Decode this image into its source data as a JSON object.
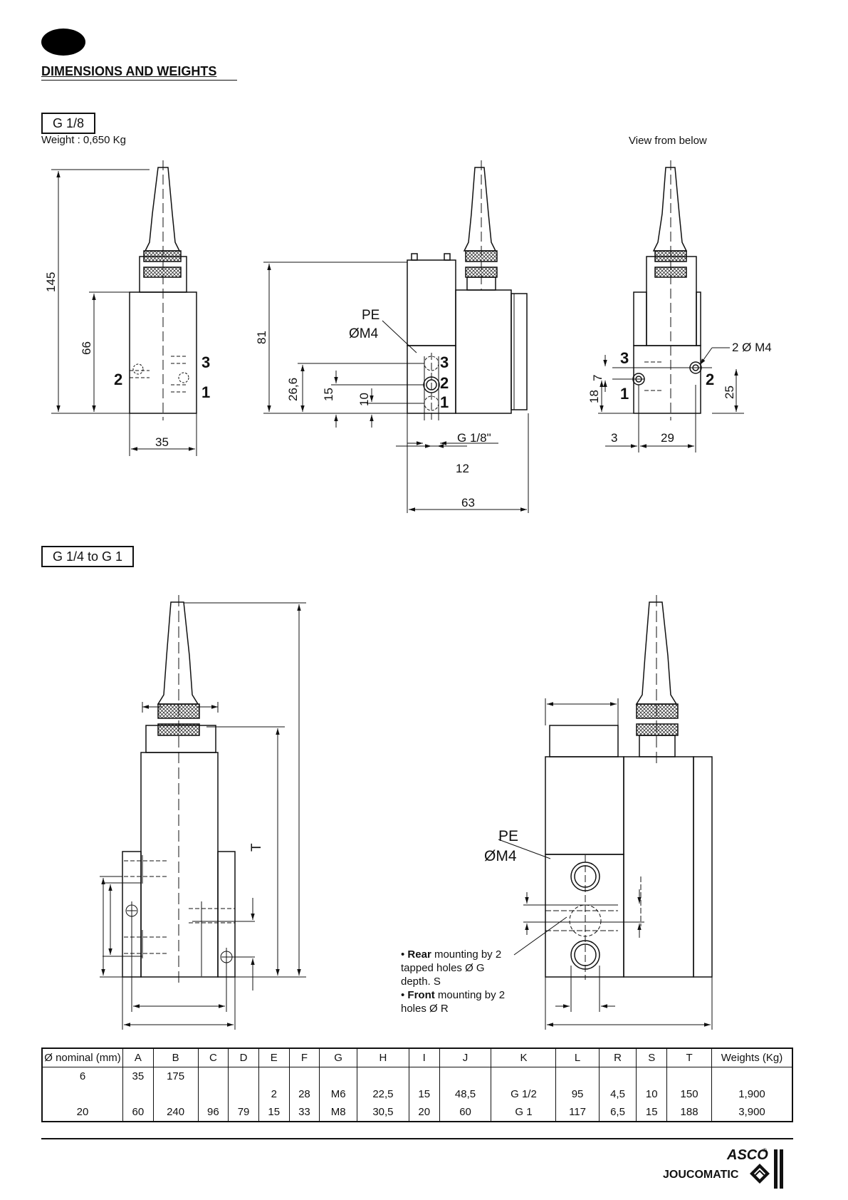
{
  "header": {
    "title": "DIMENSIONS AND WEIGHTS"
  },
  "section1": {
    "label": "G 1/8",
    "weight": "Weight : 0,650 Kg",
    "view_note": "View from below",
    "dims": {
      "d145": "145",
      "d66": "66",
      "d35": "35",
      "d81": "81",
      "d266": "26,6",
      "d15": "15",
      "d10": "10",
      "pe": "PE",
      "m4": "ØM4",
      "g18": "G 1/8\"",
      "d12": "12",
      "d63": "63",
      "d7": "7",
      "d18": "18",
      "d25": "25",
      "d3": "3",
      "d29": "29",
      "m4x2": "2 Ø M4",
      "port1": "1",
      "port2": "2",
      "port3": "3"
    }
  },
  "section2": {
    "label": "G 1/4 to G 1",
    "dims": {
      "t": "T",
      "pe": "PE",
      "m4": "ØM4"
    },
    "notes": {
      "rear_bold": "Rear",
      "rear_text": "mounting by 2 tapped holes Ø G depth. S",
      "front_bold": "Front",
      "front_text": "mounting by 2 holes Ø R"
    }
  },
  "table": {
    "headers": [
      "Ø nominal (mm)",
      "A",
      "B",
      "C",
      "D",
      "E",
      "F",
      "G",
      "H",
      "I",
      "J",
      "K",
      "L",
      "R",
      "S",
      "T",
      "Weights (Kg)"
    ],
    "rows": [
      [
        "6",
        "35",
        "175",
        "",
        "",
        "",
        "",
        "",
        "",
        "",
        "",
        "",
        "",
        "",
        "",
        "",
        ""
      ],
      [
        "",
        "",
        "",
        "",
        "",
        "2",
        "28",
        "M6",
        "22,5",
        "15",
        "48,5",
        "G 1/2",
        "95",
        "4,5",
        "10",
        "150",
        "1,900"
      ],
      [
        "20",
        "60",
        "240",
        "96",
        "79",
        "15",
        "33",
        "M8",
        "30,5",
        "20",
        "60",
        "G 1",
        "117",
        "6,5",
        "15",
        "188",
        "3,900"
      ]
    ]
  },
  "footer": {
    "brand_top": "ASCO",
    "brand_bottom": "JOUCOMATIC",
    "registered": "®"
  }
}
